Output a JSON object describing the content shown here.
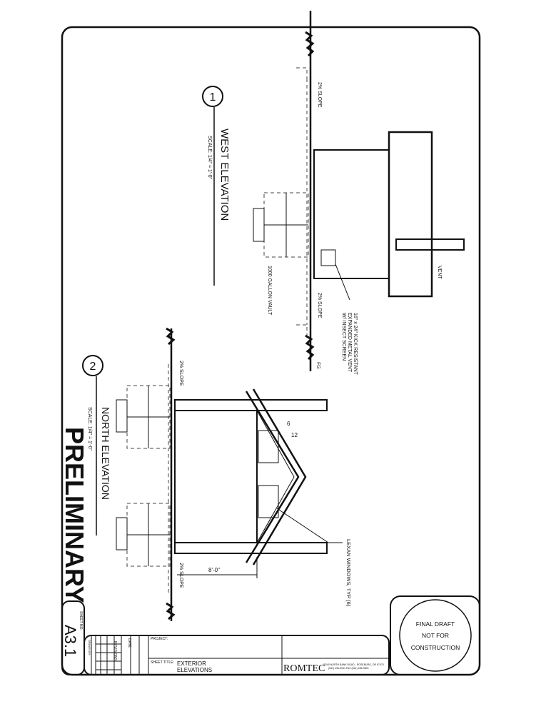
{
  "sheet": {
    "stamp_watermark": "PRELIMINARY",
    "sheet_no_label": "SHEET NO.",
    "sheet_no": "A3.1"
  },
  "west_elevation": {
    "number": "1",
    "title": "WEST ELEVATION",
    "scale": "SCALE: 1/4\" = 1'-0\"",
    "slope_top": "2% SLOPE",
    "slope_bottom": "2% SLOPE",
    "vault_label": "1000 GALLON VAULT",
    "vent_label": "VENT",
    "fg_label": "FG",
    "kick_vent_note": [
      "16\" x 24\" KICK RESISTANT",
      "EXPANDED METAL VENT",
      "W/ INSECT SCREEN"
    ]
  },
  "north_elevation": {
    "number": "2",
    "title": "NORTH ELEVATION",
    "scale": "SCALE: 1/4\" = 1'-0\"",
    "slope_top": "2% SLOPE",
    "slope_bottom": "2% SLOPE",
    "dimension": "8'-0\"",
    "pitch_rise": "6",
    "pitch_run": "12",
    "window_note": "LEXAN WINDOWS, TYP (6)"
  },
  "title_block": {
    "project_label": "PROJECT:",
    "sheet_title_label": "SHEET TITLE:",
    "sheet_title": [
      "EXTERIOR",
      "ELEVATIONS"
    ],
    "revisions_label": "REVISIONS",
    "date_label": "DATE",
    "drawn_by_label": "DRAWN BY:",
    "company": "ROMTEC",
    "company_address": "18240 NORTH BANK ROAD - ROSEBURG, OR 97470",
    "company_phone": "(541) 496-3541   FAX (541) 496-0803"
  },
  "final_draft_stamp": [
    "FINAL DRAFT",
    "NOT FOR",
    "CONSTRUCTION"
  ]
}
